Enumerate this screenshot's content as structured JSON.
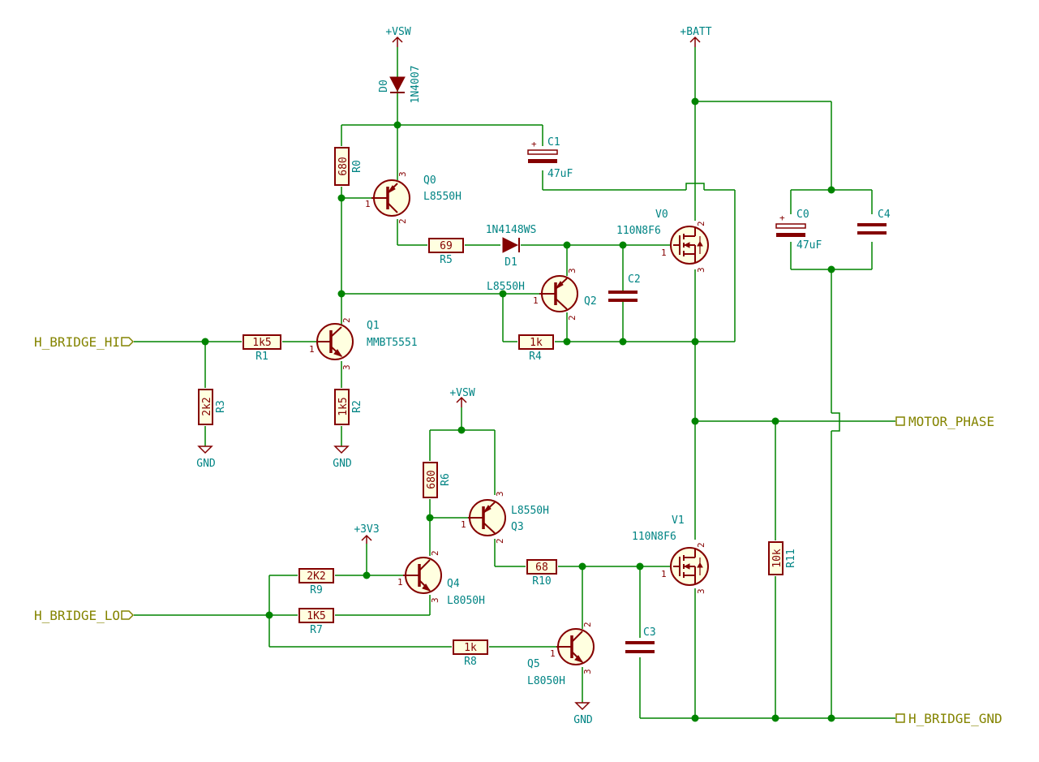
{
  "power": {
    "vsw_top": "+VSW",
    "vsw_mid": "+VSW",
    "batt": "+BATT",
    "v3v3": "+3V3",
    "gnd_r3": "GND",
    "gnd_r2": "GND",
    "gnd_q5": "GND"
  },
  "ports": {
    "hb_hi": "H_BRIDGE_HI",
    "hb_lo": "H_BRIDGE_LO",
    "motor_phase": "MOTOR_PHASE",
    "hb_gnd": "H_BRIDGE_GND"
  },
  "parts": {
    "d0": {
      "ref": "D0",
      "value": "1N4007"
    },
    "d1": {
      "ref": "D1",
      "value": "1N4148WS"
    },
    "r0": {
      "ref": "R0",
      "value": "680"
    },
    "r1": {
      "ref": "R1",
      "value": "1k5"
    },
    "r2": {
      "ref": "R2",
      "value": "1k5"
    },
    "r3": {
      "ref": "R3",
      "value": "2k2"
    },
    "r4": {
      "ref": "R4",
      "value": "1k"
    },
    "r5": {
      "ref": "R5",
      "value": "69"
    },
    "r6": {
      "ref": "R6",
      "value": "680"
    },
    "r7": {
      "ref": "R7",
      "value": "1K5"
    },
    "r8": {
      "ref": "R8",
      "value": "1k"
    },
    "r9": {
      "ref": "R9",
      "value": "2K2"
    },
    "r10": {
      "ref": "R10",
      "value": "68"
    },
    "r11": {
      "ref": "R11",
      "value": "10k"
    },
    "c0": {
      "ref": "C0",
      "value": "47uF"
    },
    "c1": {
      "ref": "C1",
      "value": "47uF"
    },
    "c2": {
      "ref": "C2"
    },
    "c3": {
      "ref": "C3"
    },
    "c4": {
      "ref": "C4"
    },
    "q0": {
      "ref": "Q0",
      "value": "L8550H"
    },
    "q1": {
      "ref": "Q1",
      "value": "MMBT5551"
    },
    "q2": {
      "ref": "Q2",
      "value": "L8550H"
    },
    "q3": {
      "ref": "Q3",
      "value": "L8550H"
    },
    "q4": {
      "ref": "Q4",
      "value": "L8050H"
    },
    "q5": {
      "ref": "Q5",
      "value": "L8050H"
    },
    "v0": {
      "ref": "V0",
      "value": "110N8F6"
    },
    "v1": {
      "ref": "V1",
      "value": "110N8F6"
    }
  },
  "pins": {
    "p1": "1",
    "p2": "2",
    "p3": "3"
  },
  "cap_plus": "+",
  "colors": {
    "wire": "#008400",
    "component": "#840000",
    "reference": "#008484",
    "port": "#848400"
  }
}
